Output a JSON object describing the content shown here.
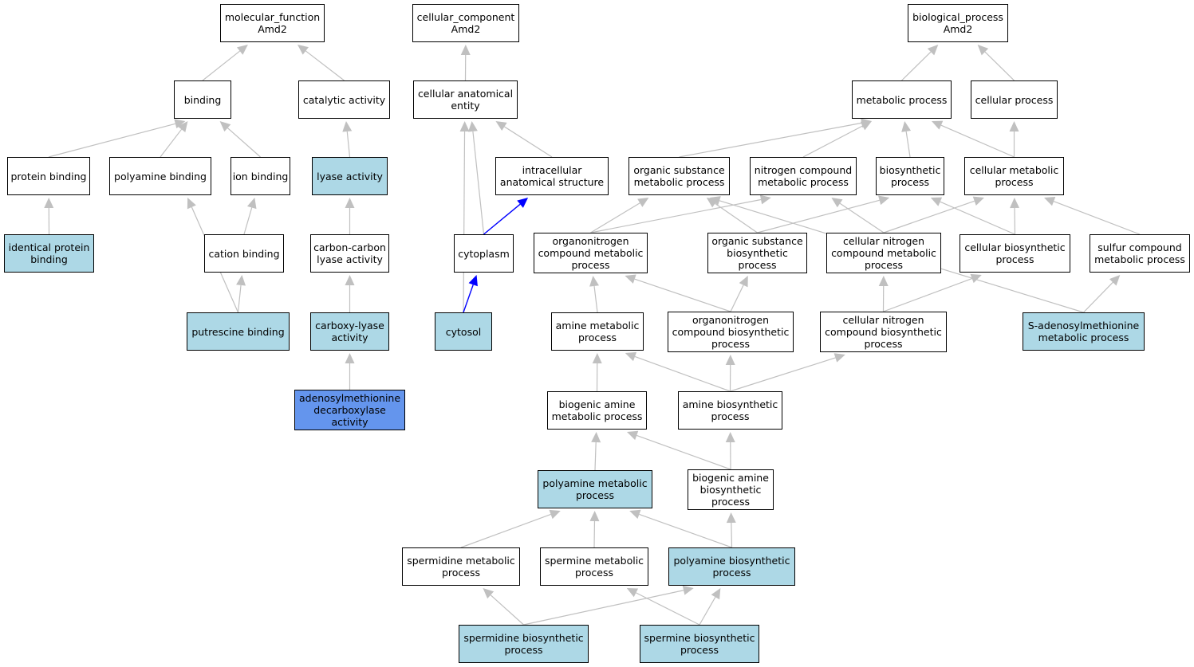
{
  "colors": {
    "edge": "#c0c0c0",
    "part_of_edge": "#0000ff",
    "highlight": "#add8e6",
    "focus": "#6495ed",
    "node": "#ffffff"
  },
  "nodes": {
    "mf_root": {
      "label": "molecular_function\nAmd2",
      "style": "plain"
    },
    "cc_root": {
      "label": "cellular_component\nAmd2",
      "style": "plain"
    },
    "bp_root": {
      "label": "biological_process\nAmd2",
      "style": "plain"
    },
    "binding": {
      "label": "binding",
      "style": "plain"
    },
    "catalytic": {
      "label": "catalytic activity",
      "style": "plain"
    },
    "cae": {
      "label": "cellular anatomical\nentity",
      "style": "plain"
    },
    "metabolic": {
      "label": "metabolic process",
      "style": "plain"
    },
    "cellular_process": {
      "label": "cellular process",
      "style": "plain"
    },
    "protein_binding": {
      "label": "protein binding",
      "style": "plain"
    },
    "polyamine_binding": {
      "label": "polyamine binding",
      "style": "plain"
    },
    "ion_binding": {
      "label": "ion binding",
      "style": "plain"
    },
    "lyase": {
      "label": "lyase activity",
      "style": "highlight"
    },
    "intracellular": {
      "label": "intracellular\nanatomical structure",
      "style": "plain"
    },
    "organic_sub_met": {
      "label": "organic substance\nmetabolic process",
      "style": "plain"
    },
    "nitrogen_met": {
      "label": "nitrogen compound\nmetabolic process",
      "style": "plain"
    },
    "biosynthetic": {
      "label": "biosynthetic\nprocess",
      "style": "plain"
    },
    "cell_met": {
      "label": "cellular metabolic\nprocess",
      "style": "plain"
    },
    "identical_protein": {
      "label": "identical protein\nbinding",
      "style": "highlight"
    },
    "cation_binding": {
      "label": "cation binding",
      "style": "plain"
    },
    "cc_lyase": {
      "label": "carbon-carbon\nlyase activity",
      "style": "plain"
    },
    "cytoplasm": {
      "label": "cytoplasm",
      "style": "plain"
    },
    "orgN_met": {
      "label": "organonitrogen\ncompound metabolic\nprocess",
      "style": "plain"
    },
    "org_sub_bio": {
      "label": "organic substance\nbiosynthetic\nprocess",
      "style": "plain"
    },
    "cellN_met": {
      "label": "cellular nitrogen\ncompound metabolic\nprocess",
      "style": "plain"
    },
    "cell_bio": {
      "label": "cellular biosynthetic\nprocess",
      "style": "plain"
    },
    "sulfur_met": {
      "label": "sulfur compound\nmetabolic process",
      "style": "plain"
    },
    "putrescine_binding": {
      "label": "putrescine binding",
      "style": "highlight"
    },
    "carboxy_lyase": {
      "label": "carboxy-lyase\nactivity",
      "style": "highlight"
    },
    "cytosol": {
      "label": "cytosol",
      "style": "highlight"
    },
    "amine_met": {
      "label": "amine metabolic\nprocess",
      "style": "plain"
    },
    "orgN_bio": {
      "label": "organonitrogen\ncompound biosynthetic\nprocess",
      "style": "plain"
    },
    "cellN_bio": {
      "label": "cellular nitrogen\ncompound biosynthetic\nprocess",
      "style": "plain"
    },
    "sam_met": {
      "label": "S-adenosylmethionine\nmetabolic process",
      "style": "highlight"
    },
    "adomet_dc": {
      "label": "adenosylmethionine\ndecarboxylase\nactivity",
      "style": "focus"
    },
    "biogenic_met": {
      "label": "biogenic amine\nmetabolic process",
      "style": "plain"
    },
    "amine_bio": {
      "label": "amine biosynthetic\nprocess",
      "style": "plain"
    },
    "polyamine_met": {
      "label": "polyamine metabolic\nprocess",
      "style": "highlight"
    },
    "biogenic_bio": {
      "label": "biogenic amine\nbiosynthetic\nprocess",
      "style": "plain"
    },
    "spermidine_met": {
      "label": "spermidine metabolic\nprocess",
      "style": "plain"
    },
    "spermine_met": {
      "label": "spermine metabolic\nprocess",
      "style": "plain"
    },
    "polyamine_bio": {
      "label": "polyamine biosynthetic\nprocess",
      "style": "highlight"
    },
    "spermidine_bio": {
      "label": "spermidine biosynthetic\nprocess",
      "style": "highlight"
    },
    "spermine_bio": {
      "label": "spermine biosynthetic\nprocess",
      "style": "highlight"
    }
  },
  "edges": [
    [
      "binding",
      "mf_root",
      "is_a"
    ],
    [
      "catalytic",
      "mf_root",
      "is_a"
    ],
    [
      "protein_binding",
      "binding",
      "is_a"
    ],
    [
      "polyamine_binding",
      "binding",
      "is_a"
    ],
    [
      "ion_binding",
      "binding",
      "is_a"
    ],
    [
      "lyase",
      "catalytic",
      "is_a"
    ],
    [
      "identical_protein",
      "protein_binding",
      "is_a"
    ],
    [
      "cation_binding",
      "ion_binding",
      "is_a"
    ],
    [
      "cc_lyase",
      "lyase",
      "is_a"
    ],
    [
      "putrescine_binding",
      "polyamine_binding",
      "is_a"
    ],
    [
      "putrescine_binding",
      "cation_binding",
      "is_a"
    ],
    [
      "carboxy_lyase",
      "cc_lyase",
      "is_a"
    ],
    [
      "adomet_dc",
      "carboxy_lyase",
      "is_a"
    ],
    [
      "cae",
      "cc_root",
      "is_a"
    ],
    [
      "intracellular",
      "cae",
      "is_a"
    ],
    [
      "cytoplasm",
      "cae",
      "is_a"
    ],
    [
      "cytoplasm",
      "intracellular",
      "part_of"
    ],
    [
      "cytosol",
      "cae",
      "is_a"
    ],
    [
      "cytosol",
      "cytoplasm",
      "part_of"
    ],
    [
      "metabolic",
      "bp_root",
      "is_a"
    ],
    [
      "cellular_process",
      "bp_root",
      "is_a"
    ],
    [
      "organic_sub_met",
      "metabolic",
      "is_a"
    ],
    [
      "nitrogen_met",
      "metabolic",
      "is_a"
    ],
    [
      "biosynthetic",
      "metabolic",
      "is_a"
    ],
    [
      "cell_met",
      "metabolic",
      "is_a"
    ],
    [
      "cell_met",
      "cellular_process",
      "is_a"
    ],
    [
      "orgN_met",
      "organic_sub_met",
      "is_a"
    ],
    [
      "orgN_met",
      "nitrogen_met",
      "is_a"
    ],
    [
      "org_sub_bio",
      "organic_sub_met",
      "is_a"
    ],
    [
      "org_sub_bio",
      "biosynthetic",
      "is_a"
    ],
    [
      "cellN_met",
      "nitrogen_met",
      "is_a"
    ],
    [
      "cellN_met",
      "cell_met",
      "is_a"
    ],
    [
      "cell_bio",
      "biosynthetic",
      "is_a"
    ],
    [
      "cell_bio",
      "cell_met",
      "is_a"
    ],
    [
      "sulfur_met",
      "cell_met",
      "is_a"
    ],
    [
      "sam_met",
      "organic_sub_met",
      "is_a"
    ],
    [
      "sam_met",
      "sulfur_met",
      "is_a"
    ],
    [
      "amine_met",
      "orgN_met",
      "is_a"
    ],
    [
      "orgN_bio",
      "orgN_met",
      "is_a"
    ],
    [
      "orgN_bio",
      "org_sub_bio",
      "is_a"
    ],
    [
      "cellN_bio",
      "cellN_met",
      "is_a"
    ],
    [
      "cellN_bio",
      "cell_bio",
      "is_a"
    ],
    [
      "biogenic_met",
      "amine_met",
      "is_a"
    ],
    [
      "amine_bio",
      "amine_met",
      "is_a"
    ],
    [
      "amine_bio",
      "orgN_bio",
      "is_a"
    ],
    [
      "amine_bio",
      "cellN_bio",
      "is_a"
    ],
    [
      "polyamine_met",
      "biogenic_met",
      "is_a"
    ],
    [
      "biogenic_bio",
      "biogenic_met",
      "is_a"
    ],
    [
      "biogenic_bio",
      "amine_bio",
      "is_a"
    ],
    [
      "spermidine_met",
      "polyamine_met",
      "is_a"
    ],
    [
      "spermine_met",
      "polyamine_met",
      "is_a"
    ],
    [
      "polyamine_bio",
      "polyamine_met",
      "is_a"
    ],
    [
      "polyamine_bio",
      "biogenic_bio",
      "is_a"
    ],
    [
      "spermidine_bio",
      "spermidine_met",
      "is_a"
    ],
    [
      "spermidine_bio",
      "polyamine_bio",
      "is_a"
    ],
    [
      "spermine_bio",
      "spermine_met",
      "is_a"
    ],
    [
      "spermine_bio",
      "polyamine_bio",
      "is_a"
    ]
  ]
}
